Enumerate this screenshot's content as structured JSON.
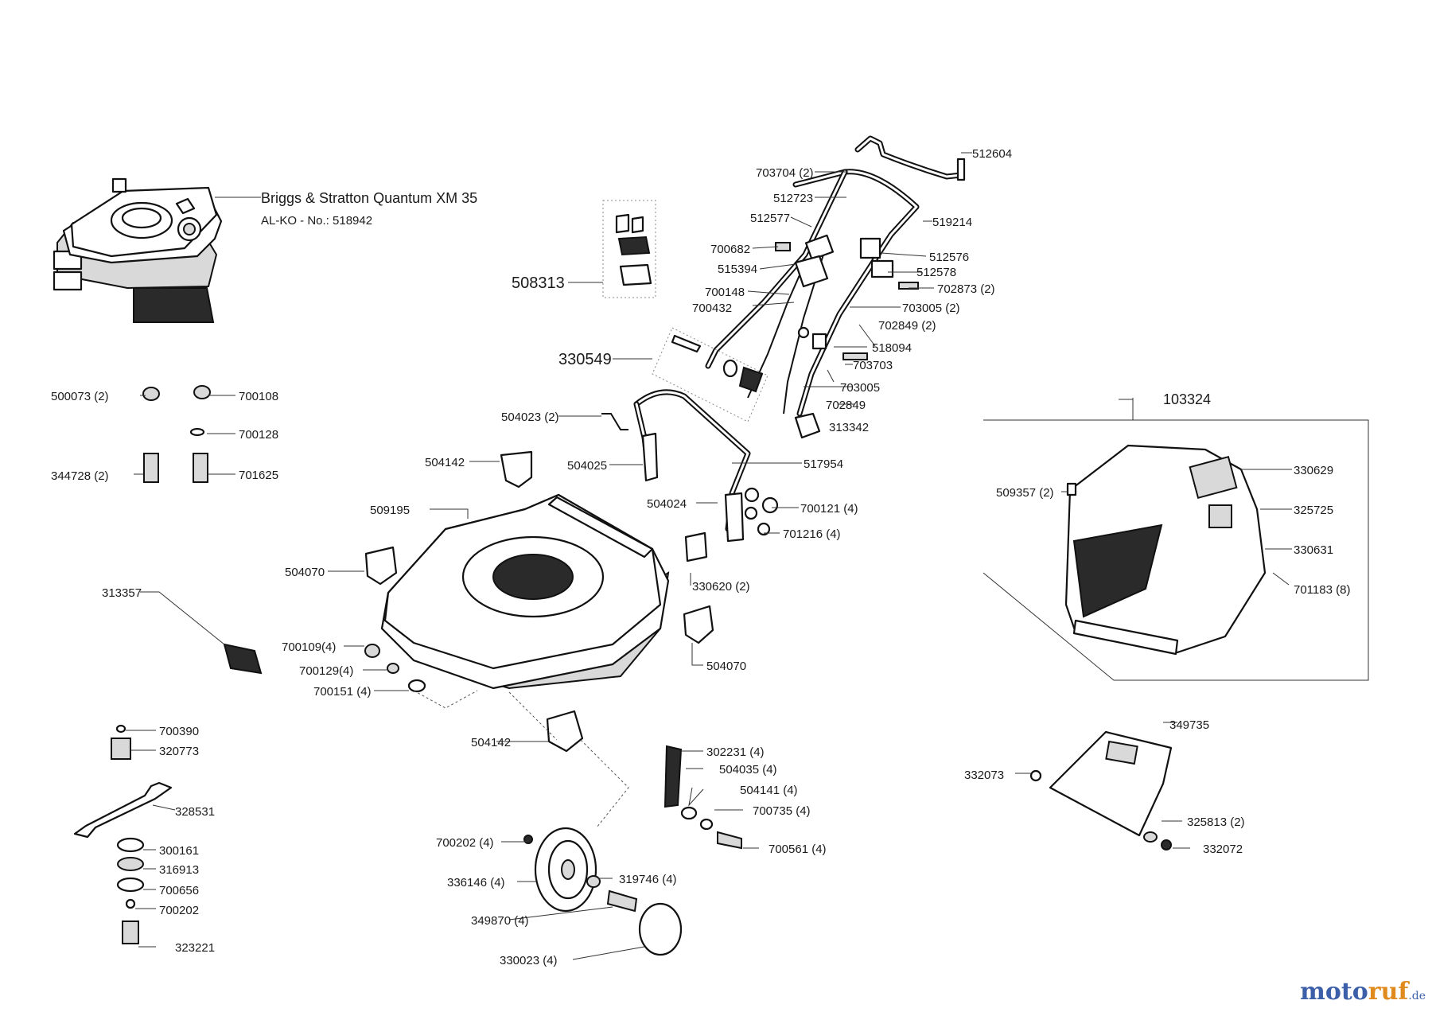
{
  "engine": {
    "name": "Briggs & Stratton Quantum XM 35",
    "alko_no": "AL-KO - No.: 518942"
  },
  "labels": [
    {
      "id": "512604",
      "text": "512604"
    },
    {
      "id": "703704",
      "text": "703704 (2)"
    },
    {
      "id": "512723",
      "text": "512723"
    },
    {
      "id": "512577",
      "text": "512577"
    },
    {
      "id": "519214",
      "text": "519214"
    },
    {
      "id": "700682",
      "text": "700682"
    },
    {
      "id": "512576",
      "text": "512576"
    },
    {
      "id": "515394",
      "text": "515394"
    },
    {
      "id": "512578",
      "text": "512578"
    },
    {
      "id": "508313",
      "text": "508313"
    },
    {
      "id": "702873",
      "text": "702873 (2)"
    },
    {
      "id": "700148",
      "text": "700148"
    },
    {
      "id": "700432",
      "text": "700432"
    },
    {
      "id": "703005b",
      "text": "703005 (2)"
    },
    {
      "id": "702849b",
      "text": "702849 (2)"
    },
    {
      "id": "518094",
      "text": "518094"
    },
    {
      "id": "330549",
      "text": "330549"
    },
    {
      "id": "703703",
      "text": "703703"
    },
    {
      "id": "500073",
      "text": "500073 (2)"
    },
    {
      "id": "700108",
      "text": "700108"
    },
    {
      "id": "703005",
      "text": "703005"
    },
    {
      "id": "702849",
      "text": "702849"
    },
    {
      "id": "103324",
      "text": "103324"
    },
    {
      "id": "504023",
      "text": "504023 (2)"
    },
    {
      "id": "313342",
      "text": "313342"
    },
    {
      "id": "700128",
      "text": "700128"
    },
    {
      "id": "344728",
      "text": "344728 (2)"
    },
    {
      "id": "701625",
      "text": "701625"
    },
    {
      "id": "504142a",
      "text": "504142"
    },
    {
      "id": "504025",
      "text": "504025"
    },
    {
      "id": "517954",
      "text": "517954"
    },
    {
      "id": "330629",
      "text": "330629"
    },
    {
      "id": "509357",
      "text": "509357 (2)"
    },
    {
      "id": "504024",
      "text": "504024"
    },
    {
      "id": "700121",
      "text": "700121 (4)"
    },
    {
      "id": "325725",
      "text": "325725"
    },
    {
      "id": "509195",
      "text": "509195"
    },
    {
      "id": "701216",
      "text": "701216 (4)"
    },
    {
      "id": "330631",
      "text": "330631"
    },
    {
      "id": "504070a",
      "text": "504070"
    },
    {
      "id": "330620",
      "text": "330620 (2)"
    },
    {
      "id": "701183",
      "text": "701183 (8)"
    },
    {
      "id": "313357",
      "text": "313357"
    },
    {
      "id": "700109",
      "text": "700109(4)"
    },
    {
      "id": "504070b",
      "text": "504070"
    },
    {
      "id": "700129",
      "text": "700129(4)"
    },
    {
      "id": "700151",
      "text": "700151 (4)"
    },
    {
      "id": "700390",
      "text": "700390"
    },
    {
      "id": "349735",
      "text": "349735"
    },
    {
      "id": "504142b",
      "text": "504142"
    },
    {
      "id": "320773",
      "text": "320773"
    },
    {
      "id": "302231",
      "text": "302231 (4)"
    },
    {
      "id": "504035",
      "text": "504035 (4)"
    },
    {
      "id": "332073",
      "text": "332073"
    },
    {
      "id": "504141",
      "text": "504141 (4)"
    },
    {
      "id": "328531",
      "text": "328531"
    },
    {
      "id": "700735",
      "text": "700735 (4)"
    },
    {
      "id": "325813",
      "text": "325813 (2)"
    },
    {
      "id": "300161",
      "text": "300161"
    },
    {
      "id": "700202a",
      "text": "700202 (4)"
    },
    {
      "id": "700561",
      "text": "700561 (4)"
    },
    {
      "id": "332072",
      "text": "332072"
    },
    {
      "id": "316913",
      "text": "316913"
    },
    {
      "id": "319746",
      "text": "319746 (4)"
    },
    {
      "id": "336146",
      "text": "336146 (4)"
    },
    {
      "id": "700656",
      "text": "700656"
    },
    {
      "id": "700202b",
      "text": "700202"
    },
    {
      "id": "349870",
      "text": "349870 (4)"
    },
    {
      "id": "323221",
      "text": "323221"
    },
    {
      "id": "330023",
      "text": "330023  (4)"
    }
  ],
  "watermark": {
    "part1": "moto",
    "part2": "ruf",
    "part3": ".de"
  }
}
